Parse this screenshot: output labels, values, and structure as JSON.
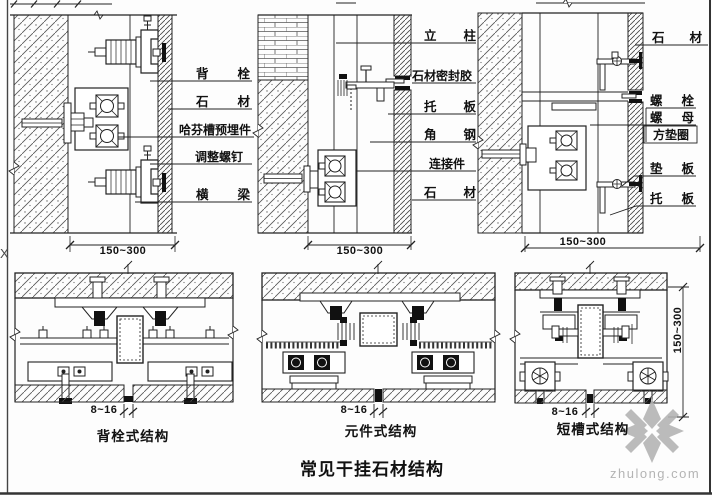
{
  "page": {
    "title": "常见干挂石材结构",
    "watermark": "zhulong.com",
    "stray_mark": "X"
  },
  "colors": {
    "line": "#1f1f1f",
    "hatch": "#555555",
    "solid_fill": "#111111",
    "watermark": "#b3b3b3",
    "background": "#fdfdfd"
  },
  "top_left": {
    "labels": [
      {
        "text": "背栓"
      },
      {
        "text": "石材"
      },
      {
        "text": "哈芬槽预埋件"
      },
      {
        "text": "调整螺钉"
      },
      {
        "text": "横梁"
      }
    ],
    "dimension": "150~300"
  },
  "top_middle": {
    "labels": [
      {
        "text": "立柱"
      },
      {
        "text": "石材密封胶"
      },
      {
        "text": "托板"
      },
      {
        "text": "角钢"
      },
      {
        "text": "连接件"
      },
      {
        "text": "石材"
      }
    ],
    "dimension": "150~300"
  },
  "top_right": {
    "labels": [
      {
        "text": "石材"
      },
      {
        "text": "螺栓"
      },
      {
        "text": "螺母"
      },
      {
        "text": "方垫圈"
      },
      {
        "text": "垫板"
      },
      {
        "text": "托板"
      }
    ],
    "dimension": "150~300"
  },
  "bottom_left": {
    "joint_dimension": "8~16",
    "caption": "背栓式结构"
  },
  "bottom_middle": {
    "joint_dimension": "8~16",
    "caption": "元件式结构"
  },
  "bottom_right": {
    "joint_dimension": "8~16",
    "caption": "短槽式结构",
    "height_dimension": "150~300"
  }
}
